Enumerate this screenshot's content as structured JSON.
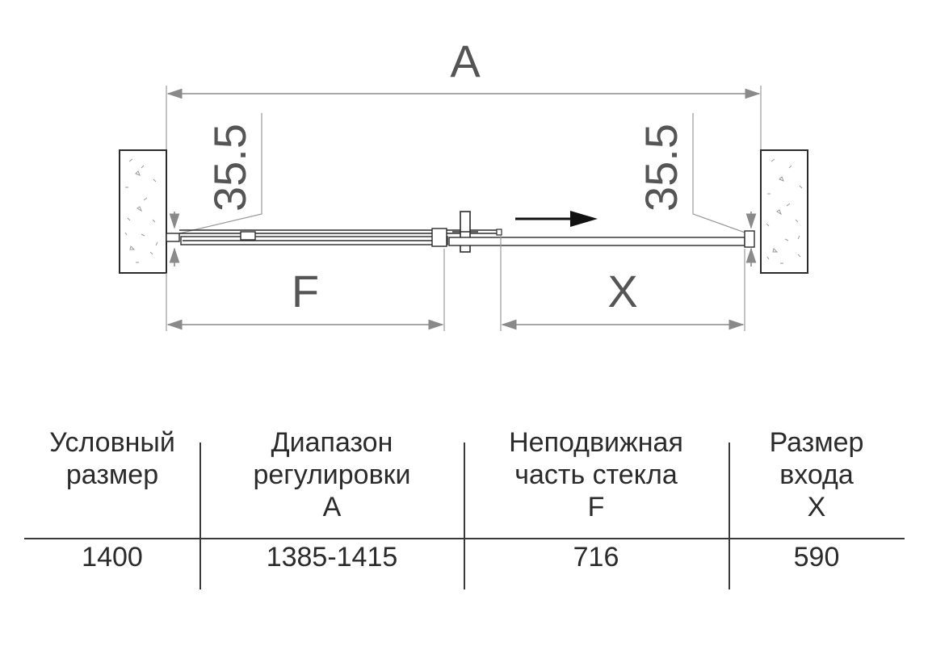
{
  "diagram": {
    "label_A": "A",
    "label_F": "F",
    "label_X": "X",
    "gap_left": "35.5",
    "gap_right": "35.5"
  },
  "table": {
    "headers": [
      [
        "Условный",
        "размер",
        ""
      ],
      [
        "Диапазон",
        "регулировки",
        "A"
      ],
      [
        "Неподвижная",
        "часть стекла",
        "F"
      ],
      [
        "Размер",
        "входа",
        "X"
      ]
    ],
    "row": [
      "1400",
      "1385-1415",
      "716",
      "590"
    ]
  }
}
